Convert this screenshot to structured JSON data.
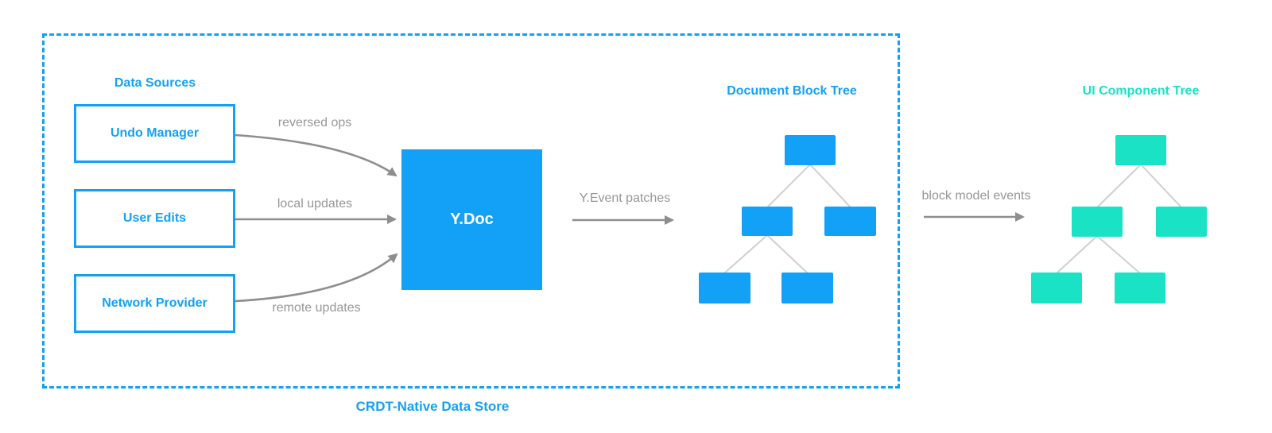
{
  "colors": {
    "blue": "#12A1F6",
    "teal": "#19E3C4",
    "label_gray": "#979797",
    "arrow_gray": "#8E8E8E",
    "connector_gray": "#D0D0D0",
    "background": "#FFFFFF"
  },
  "crdt_store": {
    "label": "CRDT-Native Data Store"
  },
  "data_sources": {
    "title": "Data Sources",
    "boxes": [
      {
        "label": "Undo Manager"
      },
      {
        "label": "User Edits"
      },
      {
        "label": "Network Provider"
      }
    ]
  },
  "y_doc": {
    "label": "Y.Doc"
  },
  "flows": {
    "reversed_ops": "reversed ops",
    "local_updates": "local updates",
    "remote_updates": "remote updates",
    "y_event_patches": "Y.Event patches",
    "block_model_events": "block model events"
  },
  "document_block_tree": {
    "title": "Document Block Tree",
    "color": "#12A1F6",
    "node_count": 5,
    "structure": "root with 2 children; left child has 2 children"
  },
  "ui_component_tree": {
    "title": "UI Component Tree",
    "color": "#19E3C4",
    "node_count": 5,
    "structure": "root with 2 children; left child has 2 children"
  }
}
